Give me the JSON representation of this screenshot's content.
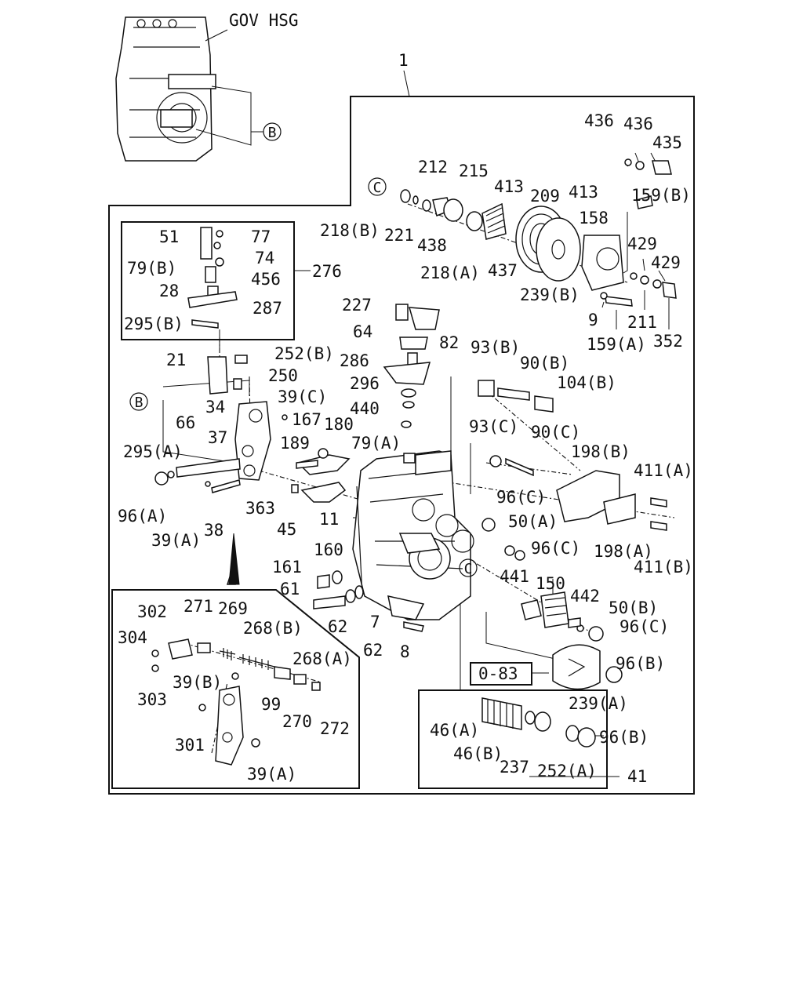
{
  "header": {
    "title": "GOV HSG",
    "assembly_ref": "1"
  },
  "reference_marks": {
    "B": "B",
    "C": "C"
  },
  "labels": [
    {
      "id": "436a",
      "text": "436"
    },
    {
      "id": "436b",
      "text": "436"
    },
    {
      "id": "435",
      "text": "435"
    },
    {
      "id": "212",
      "text": "212"
    },
    {
      "id": "215",
      "text": "215"
    },
    {
      "id": "413a",
      "text": "413"
    },
    {
      "id": "209",
      "text": "209"
    },
    {
      "id": "413b",
      "text": "413"
    },
    {
      "id": "159b",
      "text": "159(B)"
    },
    {
      "id": "218b",
      "text": "218(B)"
    },
    {
      "id": "221",
      "text": "221"
    },
    {
      "id": "438",
      "text": "438"
    },
    {
      "id": "158",
      "text": "158"
    },
    {
      "id": "429a",
      "text": "429"
    },
    {
      "id": "429b",
      "text": "429"
    },
    {
      "id": "218a",
      "text": "218(A)"
    },
    {
      "id": "437",
      "text": "437"
    },
    {
      "id": "239b",
      "text": "239(B)"
    },
    {
      "id": "9",
      "text": "9"
    },
    {
      "id": "211",
      "text": "211"
    },
    {
      "id": "159a",
      "text": "159(A)"
    },
    {
      "id": "352",
      "text": "352"
    },
    {
      "id": "51",
      "text": "51"
    },
    {
      "id": "77",
      "text": "77"
    },
    {
      "id": "74",
      "text": "74"
    },
    {
      "id": "79b",
      "text": "79(B)"
    },
    {
      "id": "456",
      "text": "456"
    },
    {
      "id": "276",
      "text": "276"
    },
    {
      "id": "28",
      "text": "28"
    },
    {
      "id": "287",
      "text": "287"
    },
    {
      "id": "295b",
      "text": "295(B)"
    },
    {
      "id": "227",
      "text": "227"
    },
    {
      "id": "64",
      "text": "64"
    },
    {
      "id": "82",
      "text": "82"
    },
    {
      "id": "286",
      "text": "286"
    },
    {
      "id": "296",
      "text": "296"
    },
    {
      "id": "440",
      "text": "440"
    },
    {
      "id": "79a",
      "text": "79(A)"
    },
    {
      "id": "21",
      "text": "21"
    },
    {
      "id": "252b",
      "text": "252(B)"
    },
    {
      "id": "250",
      "text": "250"
    },
    {
      "id": "34",
      "text": "34"
    },
    {
      "id": "39c",
      "text": "39(C)"
    },
    {
      "id": "93b",
      "text": "93(B)"
    },
    {
      "id": "90b",
      "text": "90(B)"
    },
    {
      "id": "104b",
      "text": "104(B)"
    },
    {
      "id": "66",
      "text": "66"
    },
    {
      "id": "37",
      "text": "37"
    },
    {
      "id": "167",
      "text": "167"
    },
    {
      "id": "180",
      "text": "180"
    },
    {
      "id": "189",
      "text": "189"
    },
    {
      "id": "93c",
      "text": "93(C)"
    },
    {
      "id": "90c",
      "text": "90(C)"
    },
    {
      "id": "198b",
      "text": "198(B)"
    },
    {
      "id": "295a",
      "text": "295(A)"
    },
    {
      "id": "411a",
      "text": "411(A)"
    },
    {
      "id": "96a",
      "text": "96(A)"
    },
    {
      "id": "363",
      "text": "363"
    },
    {
      "id": "96c1",
      "text": "96(C)"
    },
    {
      "id": "45",
      "text": "45"
    },
    {
      "id": "50a",
      "text": "50(A)"
    },
    {
      "id": "39a1",
      "text": "39(A)"
    },
    {
      "id": "38",
      "text": "38"
    },
    {
      "id": "11",
      "text": "11"
    },
    {
      "id": "96c2",
      "text": "96(C)"
    },
    {
      "id": "198a",
      "text": "198(A)"
    },
    {
      "id": "160",
      "text": "160"
    },
    {
      "id": "411b",
      "text": "411(B)"
    },
    {
      "id": "161",
      "text": "161"
    },
    {
      "id": "441",
      "text": "441"
    },
    {
      "id": "150",
      "text": "150"
    },
    {
      "id": "61",
      "text": "61"
    },
    {
      "id": "442",
      "text": "442"
    },
    {
      "id": "50b",
      "text": "50(B)"
    },
    {
      "id": "62a",
      "text": "62"
    },
    {
      "id": "7",
      "text": "7"
    },
    {
      "id": "96c3",
      "text": "96(C)"
    },
    {
      "id": "62b",
      "text": "62"
    },
    {
      "id": "8",
      "text": "8"
    },
    {
      "id": "302",
      "text": "302"
    },
    {
      "id": "271",
      "text": "271"
    },
    {
      "id": "269",
      "text": "269"
    },
    {
      "id": "268b",
      "text": "268(B)"
    },
    {
      "id": "304",
      "text": "304"
    },
    {
      "id": "268a",
      "text": "268(A)"
    },
    {
      "id": "0-83",
      "text": "0-83"
    },
    {
      "id": "96b1",
      "text": "96(B)"
    },
    {
      "id": "39b",
      "text": "39(B)"
    },
    {
      "id": "303",
      "text": "303"
    },
    {
      "id": "99",
      "text": "99"
    },
    {
      "id": "270",
      "text": "270"
    },
    {
      "id": "272",
      "text": "272"
    },
    {
      "id": "239a",
      "text": "239(A)"
    },
    {
      "id": "46a",
      "text": "46(A)"
    },
    {
      "id": "96b2",
      "text": "96(B)"
    },
    {
      "id": "301",
      "text": "301"
    },
    {
      "id": "46b",
      "text": "46(B)"
    },
    {
      "id": "237",
      "text": "237"
    },
    {
      "id": "252a",
      "text": "252(A)"
    },
    {
      "id": "41",
      "text": "41"
    },
    {
      "id": "39a2",
      "text": "39(A)"
    }
  ]
}
